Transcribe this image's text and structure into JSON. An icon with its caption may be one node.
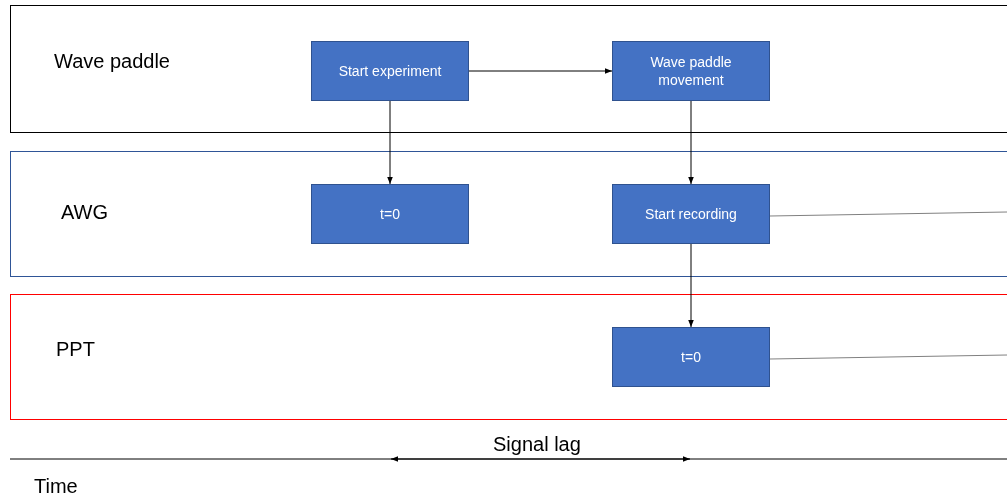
{
  "diagram": {
    "nodes": [
      {
        "text": [
          "Wave paddle"
        ]
      },
      {
        "text": [
          "Start experiment"
        ],
        "in": 0
      },
      {
        "text": [
          "Wave paddle movement"
        ],
        "in": 0
      },
      {
        "text": [
          "AWG"
        ]
      },
      {
        "text": [
          "t=0"
        ],
        "in": 3
      },
      {
        "text": [
          "Start recording"
        ],
        "in": 3
      },
      {
        "text": [
          "PPT"
        ]
      },
      {
        "text": [
          "t=0"
        ],
        "in": 6
      }
    ],
    "edges": [
      {
        "from": 1,
        "to": 2,
        "arrow": "to"
      },
      {
        "from": 1,
        "to": 4,
        "arrow": "to"
      },
      {
        "from": 2,
        "to": 5,
        "arrow": "to"
      },
      {
        "from": 5,
        "to": 7,
        "arrow": "to"
      },
      {
        "from": 5,
        "to": null,
        "arrow": "none",
        "color": "#808080"
      },
      {
        "from": 7,
        "to": null,
        "arrow": "none",
        "color": "#808080"
      }
    ],
    "labels": [
      "Signal lag",
      "Time"
    ]
  }
}
